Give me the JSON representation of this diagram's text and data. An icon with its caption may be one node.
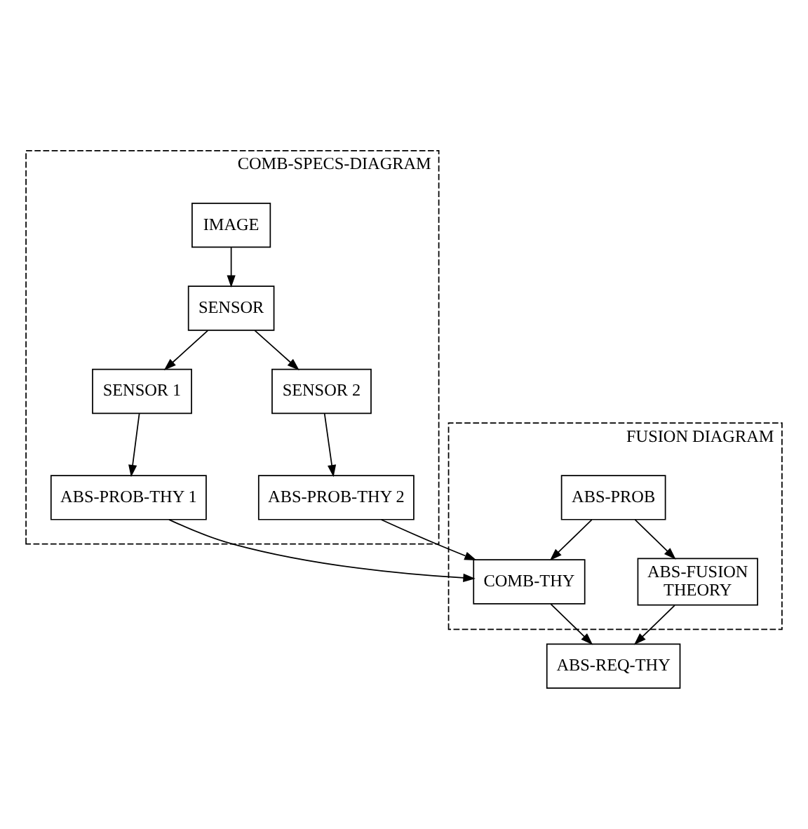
{
  "diagram": {
    "nodes": [
      {
        "text": [
          "COMB-SPECS-DIAGRAM"
        ]
      },
      {
        "text": [
          "IMAGE"
        ],
        "in": 0
      },
      {
        "text": [
          "SENSOR"
        ],
        "in": 0
      },
      {
        "text": [
          "SENSOR 1"
        ],
        "in": 0
      },
      {
        "text": [
          "SENSOR 2"
        ],
        "in": 0
      },
      {
        "text": [
          "ABS-PROB-THY 1"
        ],
        "in": 0
      },
      {
        "text": [
          "ABS-PROB-THY 2"
        ],
        "in": 0
      },
      {
        "text": [
          "FUSION DIAGRAM"
        ]
      },
      {
        "text": [
          "ABS-PROB"
        ],
        "in": 7
      },
      {
        "text": [
          "COMB-THY"
        ],
        "in": 7
      },
      {
        "text": [
          "ABS-FUSION THEORY"
        ],
        "in": 7
      },
      {
        "text": [
          "ABS-REQ-THY"
        ]
      }
    ],
    "edges": [
      {
        "from": 1,
        "to": 2,
        "arrow": "to"
      },
      {
        "from": 2,
        "to": 3,
        "arrow": "to"
      },
      {
        "from": 2,
        "to": 4,
        "arrow": "to"
      },
      {
        "from": 3,
        "to": 5,
        "arrow": "to"
      },
      {
        "from": 4,
        "to": 6,
        "arrow": "to"
      },
      {
        "from": 5,
        "to": 9,
        "arrow": "to"
      },
      {
        "from": 6,
        "to": 9,
        "arrow": "to"
      },
      {
        "from": 8,
        "to": 9,
        "arrow": "to"
      },
      {
        "from": 8,
        "to": 10,
        "arrow": "to"
      },
      {
        "from": 9,
        "to": 11,
        "arrow": "to"
      },
      {
        "from": 10,
        "to": 11,
        "arrow": "to"
      }
    ]
  }
}
